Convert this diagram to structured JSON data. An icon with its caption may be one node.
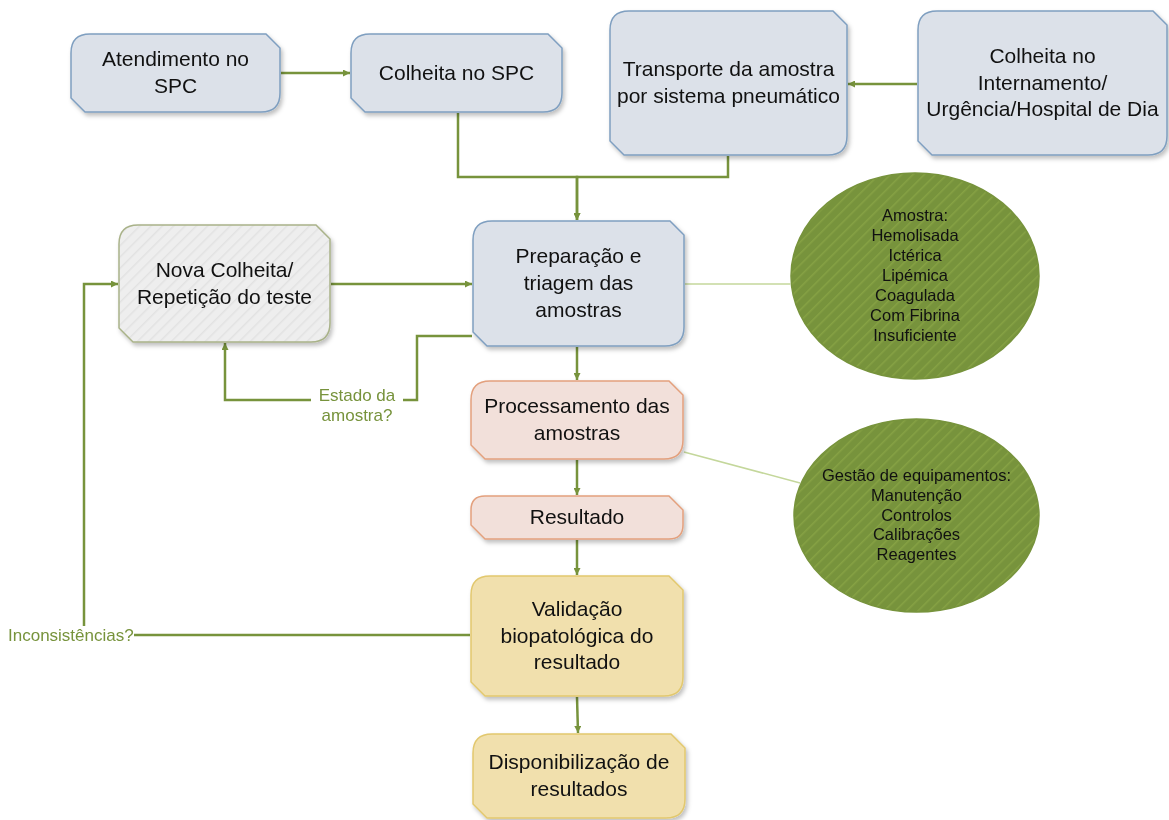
{
  "diagram": {
    "nodes": [
      {
        "text": [
          "Atendimento no SPC"
        ]
      },
      {
        "text": [
          "Colheita no SPC"
        ]
      },
      {
        "text": [
          "Transporte da amostra por sistema pneumático"
        ]
      },
      {
        "text": [
          "Colheita no Internamento/ Urgência/Hospital de Dia"
        ]
      },
      {
        "text": [
          "Nova Colheita/ Repetição do teste"
        ]
      },
      {
        "text": [
          "Preparação e triagem das amostras"
        ]
      },
      {
        "text": [
          "Amostra:",
          "Hemolisada",
          "Ictérica",
          "Lipémica",
          "Coagulada",
          "Com Fibrina",
          "Insuficiente"
        ]
      },
      {
        "text": [
          "Processamento das amostras"
        ]
      },
      {
        "text": [
          "Resultado"
        ]
      },
      {
        "text": [
          "Gestão de equipamentos:",
          "Manutenção",
          "Controlos",
          "Calibrações",
          "Reagentes"
        ]
      },
      {
        "text": [
          "Validação biopatológica do resultado"
        ]
      },
      {
        "text": [
          "Disponibilização de resultados"
        ]
      }
    ],
    "edges": [
      {
        "from": 0,
        "to": 1,
        "arrow": "to"
      },
      {
        "from": 1,
        "to": 5,
        "arrow": "to"
      },
      {
        "from": 2,
        "to": 5,
        "arrow": "to"
      },
      {
        "from": 3,
        "to": 2,
        "arrow": "to"
      },
      {
        "from": 4,
        "to": 5,
        "arrow": "to"
      },
      {
        "from": 5,
        "to": 4,
        "arrow": "to",
        "label": "Estado da amostra?"
      },
      {
        "from": 5,
        "to": 6,
        "arrow": "none",
        "color": "#c4d79b"
      },
      {
        "from": 5,
        "to": 7,
        "arrow": "to"
      },
      {
        "from": 7,
        "to": 8,
        "arrow": "to"
      },
      {
        "from": 7,
        "to": 9,
        "arrow": "none",
        "color": "#c4d79b"
      },
      {
        "from": 8,
        "to": 10,
        "arrow": "to"
      },
      {
        "from": 10,
        "to": 4,
        "arrow": "to",
        "label": "Inconsistências?"
      },
      {
        "from": 10,
        "to": 11,
        "arrow": "to"
      }
    ]
  }
}
